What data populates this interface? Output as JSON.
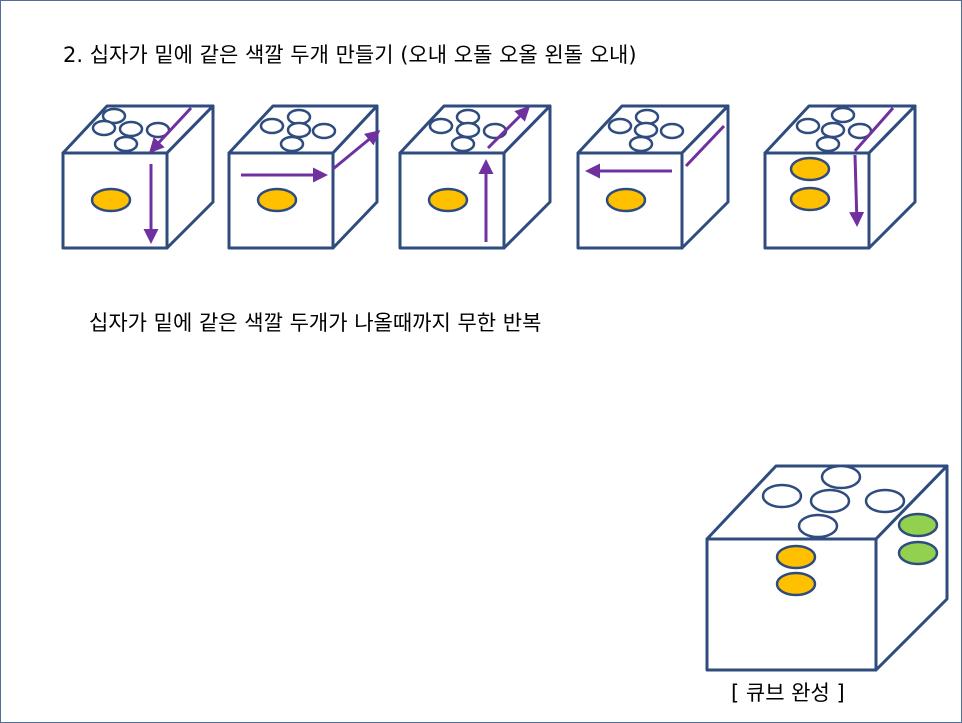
{
  "title": "2. 십자가 밑에 같은 색깔 두개 만들기 (오내 오돌 오올 왼돌 오내)",
  "instruction": "십자가 밑에 같은 색깔 두개가 나올때까지 무한 반복",
  "completed_label": "[ 큐브 완성 ]",
  "colors": {
    "outline": "#2f4c7e",
    "arrow": "#7030a0",
    "orange": "#ffc000",
    "green": "#92d050",
    "white": "#ffffff"
  },
  "steps": [
    {
      "name": "step-1",
      "move": "오른쪽 내리기",
      "front_orange_count": 1,
      "arrow_icons": [
        "top-diagonal-arrow-icon",
        "front-down-arrow-icon"
      ]
    },
    {
      "name": "step-2",
      "move": "오른쪽 돌리기",
      "front_orange_count": 1,
      "arrow_icons": [
        "front-right-arrow-icon",
        "side-diagonal-arrow-icon"
      ]
    },
    {
      "name": "step-3",
      "move": "오른쪽 올리기",
      "front_orange_count": 1,
      "arrow_icons": [
        "front-up-arrow-icon",
        "top-diagonal-arrow-icon"
      ]
    },
    {
      "name": "step-4",
      "move": "왼쪽 돌리기",
      "front_orange_count": 1,
      "arrow_icons": [
        "front-left-arrow-icon",
        "side-diagonal-arrow-icon"
      ]
    },
    {
      "name": "step-5",
      "move": "오른쪽 내리기",
      "front_orange_count": 2,
      "arrow_icons": [
        "top-diagonal-arrow-icon",
        "front-down-arrow-icon"
      ]
    }
  ]
}
